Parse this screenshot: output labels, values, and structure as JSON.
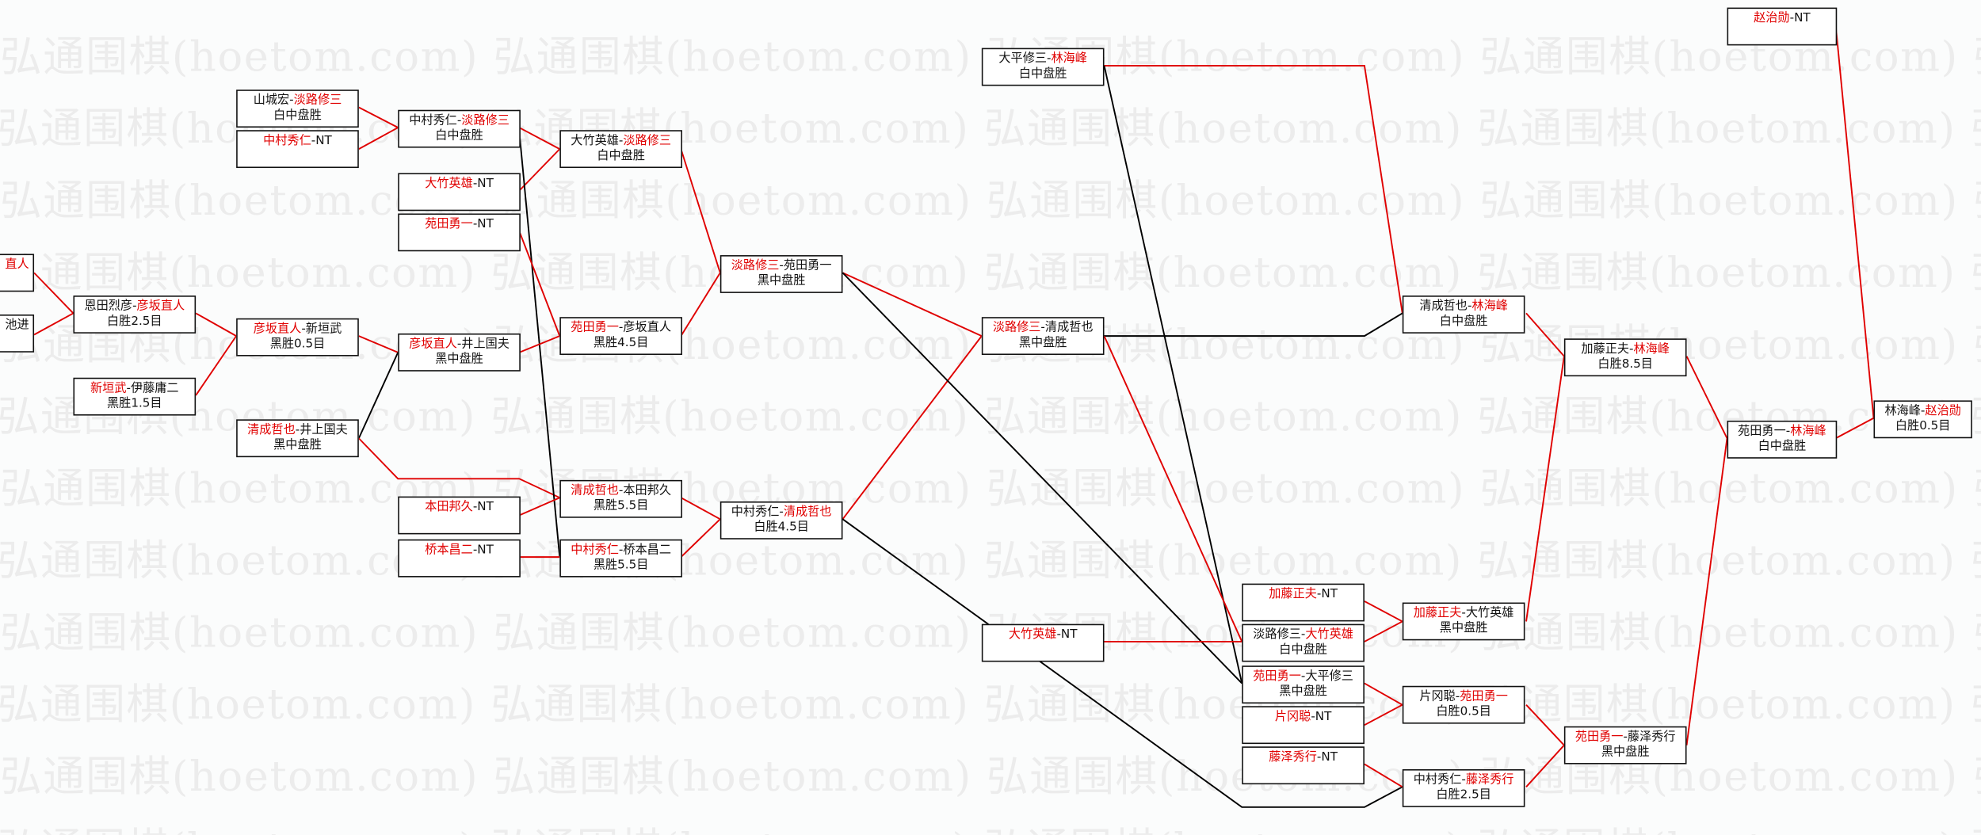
{
  "watermark": "弘通围棋(hoetom.com)",
  "colors": {
    "winner": "#e00000",
    "loser_line": "#000000",
    "winner_line": "#e00000"
  },
  "boxes": [
    {
      "id": "A1",
      "p1": "",
      "p2": "直人",
      "winner": 2,
      "result": ""
    },
    {
      "id": "A2",
      "p1": "池进",
      "p2": "",
      "winner": 0,
      "result": ""
    },
    {
      "id": "B1",
      "p1": "恩田烈彦",
      "p2": "彦坂直人",
      "winner": 2,
      "result": "白胜2.5目"
    },
    {
      "id": "B2",
      "p1": "新垣武",
      "p2": "伊藤庸二",
      "winner": 1,
      "result": "黑胜1.5目"
    },
    {
      "id": "C1",
      "p1": "山城宏",
      "p2": "淡路修三",
      "winner": 2,
      "result": "白中盘胜"
    },
    {
      "id": "C2",
      "p1": "中村秀仁",
      "p2": "NT",
      "winner": 1,
      "result": ""
    },
    {
      "id": "C3",
      "p1": "彦坂直人",
      "p2": "新垣武",
      "winner": 1,
      "result": "黑胜0.5目"
    },
    {
      "id": "C4",
      "p1": "清成哲也",
      "p2": "井上国夫",
      "winner": 1,
      "result": "黑中盘胜"
    },
    {
      "id": "D1",
      "p1": "中村秀仁",
      "p2": "淡路修三",
      "winner": 2,
      "result": "白中盘胜"
    },
    {
      "id": "D2",
      "p1": "大竹英雄",
      "p2": "NT",
      "winner": 1,
      "result": ""
    },
    {
      "id": "D3",
      "p1": "苑田勇一",
      "p2": "NT",
      "winner": 1,
      "result": ""
    },
    {
      "id": "D4",
      "p1": "彦坂直人",
      "p2": "井上国夫",
      "winner": 1,
      "result": "黑中盘胜"
    },
    {
      "id": "D5",
      "p1": "本田邦久",
      "p2": "NT",
      "winner": 1,
      "result": ""
    },
    {
      "id": "D6",
      "p1": "桥本昌二",
      "p2": "NT",
      "winner": 1,
      "result": ""
    },
    {
      "id": "E1",
      "p1": "大竹英雄",
      "p2": "淡路修三",
      "winner": 2,
      "result": "白中盘胜"
    },
    {
      "id": "E2",
      "p1": "苑田勇一",
      "p2": "彦坂直人",
      "winner": 1,
      "result": "黑胜4.5目"
    },
    {
      "id": "E3",
      "p1": "清成哲也",
      "p2": "本田邦久",
      "winner": 1,
      "result": "黑胜5.5目"
    },
    {
      "id": "E4",
      "p1": "中村秀仁",
      "p2": "桥本昌二",
      "winner": 1,
      "result": "黑胜5.5目"
    },
    {
      "id": "F1",
      "p1": "淡路修三",
      "p2": "苑田勇一",
      "winner": 1,
      "result": "黑中盘胜"
    },
    {
      "id": "F2",
      "p1": "中村秀仁",
      "p2": "清成哲也",
      "winner": 2,
      "result": "白胜4.5目"
    },
    {
      "id": "G1",
      "p1": "大平修三",
      "p2": "林海峰",
      "winner": 2,
      "result": "白中盘胜"
    },
    {
      "id": "G2",
      "p1": "淡路修三",
      "p2": "清成哲也",
      "winner": 1,
      "result": "黑中盘胜"
    },
    {
      "id": "G3",
      "p1": "大竹英雄",
      "p2": "NT",
      "winner": 1,
      "result": ""
    },
    {
      "id": "H1",
      "p1": "加藤正夫",
      "p2": "NT",
      "winner": 1,
      "result": ""
    },
    {
      "id": "H2",
      "p1": "淡路修三",
      "p2": "大竹英雄",
      "winner": 2,
      "result": "白中盘胜"
    },
    {
      "id": "H3",
      "p1": "苑田勇一",
      "p2": "大平修三",
      "winner": 1,
      "result": "黑中盘胜"
    },
    {
      "id": "H4",
      "p1": "片冈聪",
      "p2": "NT",
      "winner": 1,
      "result": ""
    },
    {
      "id": "H5",
      "p1": "藤泽秀行",
      "p2": "NT",
      "winner": 1,
      "result": ""
    },
    {
      "id": "I1",
      "p1": "清成哲也",
      "p2": "林海峰",
      "winner": 2,
      "result": "白中盘胜"
    },
    {
      "id": "I2",
      "p1": "加藤正夫",
      "p2": "大竹英雄",
      "winner": 1,
      "result": "黑中盘胜"
    },
    {
      "id": "I3",
      "p1": "片冈聪",
      "p2": "苑田勇一",
      "winner": 2,
      "result": "白胜0.5目"
    },
    {
      "id": "I4",
      "p1": "中村秀仁",
      "p2": "藤泽秀行",
      "winner": 2,
      "result": "白胜2.5目"
    },
    {
      "id": "J1",
      "p1": "加藤正夫",
      "p2": "林海峰",
      "winner": 2,
      "result": "白胜8.5目"
    },
    {
      "id": "J2",
      "p1": "苑田勇一",
      "p2": "藤泽秀行",
      "winner": 1,
      "result": "黑中盘胜"
    },
    {
      "id": "K1",
      "p1": "赵治勋",
      "p2": "NT",
      "winner": 1,
      "result": ""
    },
    {
      "id": "K2",
      "p1": "苑田勇一",
      "p2": "林海峰",
      "winner": 2,
      "result": "白中盘胜"
    },
    {
      "id": "L1",
      "p1": "林海峰",
      "p2": "赵治勋",
      "winner": 2,
      "result": "白胜0.5目"
    }
  ]
}
